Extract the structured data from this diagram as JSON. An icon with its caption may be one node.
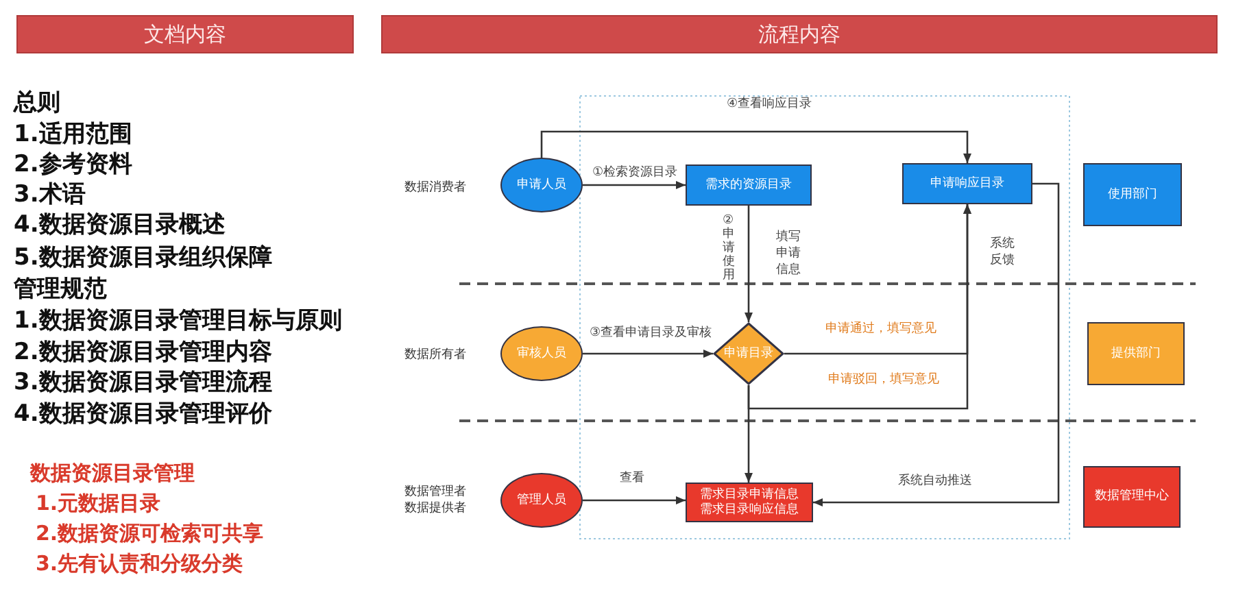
{
  "diagram": {
    "nodes": [
      {
        "text": [
          "文档内容"
        ]
      },
      {
        "text": [
          "流程内容"
        ]
      },
      {
        "text": [
          "申请人员"
        ]
      },
      {
        "text": [
          "需求的资源目录"
        ]
      },
      {
        "text": [
          "申请响应目录"
        ]
      },
      {
        "text": [
          "使用部门"
        ]
      },
      {
        "text": [
          "审核人员"
        ]
      },
      {
        "text": [
          "申请目录"
        ]
      },
      {
        "text": [
          "提供部门"
        ]
      },
      {
        "text": [
          "管理人员"
        ]
      },
      {
        "text": [
          "需求目录申请信息需求目录响应信息"
        ]
      },
      {
        "text": [
          "数据管理中心"
        ]
      }
    ],
    "edges": [
      {
        "from": 2,
        "to": 4,
        "arrow": "to",
        "label": "④查看响应目录"
      },
      {
        "from": 2,
        "to": 3,
        "arrow": "to",
        "label": "①检索资源目录"
      },
      {
        "from": 3,
        "to": 7,
        "arrow": "to",
        "label": "②申请使用"
      },
      {
        "from": 6,
        "to": 7,
        "arrow": "to",
        "label": "③查看申请目录及审核"
      },
      {
        "from": 7,
        "to": 4,
        "arrow": "to",
        "label": "申请通过，填写意见"
      },
      {
        "from": 7,
        "to": 4,
        "arrow": "to",
        "label": "申请驳回，填写意见"
      },
      {
        "from": 7,
        "to": 10,
        "arrow": "to"
      },
      {
        "from": 9,
        "to": 10,
        "arrow": "to",
        "label": "查看"
      },
      {
        "from": 4,
        "to": 10,
        "arrow": "to",
        "label": "系统自动推送"
      }
    ],
    "labels": [
      "总则",
      "1.适用范围",
      "2.参考资料",
      "3.术语",
      "4.数据资源目录概述",
      "5.数据资源目录组织保障",
      "管理规范",
      "1.数据资源目录管理目标与原则",
      "2.数据资源目录管理内容",
      "3.数据资源目录管理流程",
      "4.数据资源目录管理评价",
      "数据资源目录管理",
      "1.元数据目录",
      "2.数据资源可检索可共享",
      "3.先有认责和分级分类",
      "数据消费者",
      "填写申请信息",
      "系统反馈",
      "数据所有者",
      "数据管理者数据提供者"
    ]
  }
}
